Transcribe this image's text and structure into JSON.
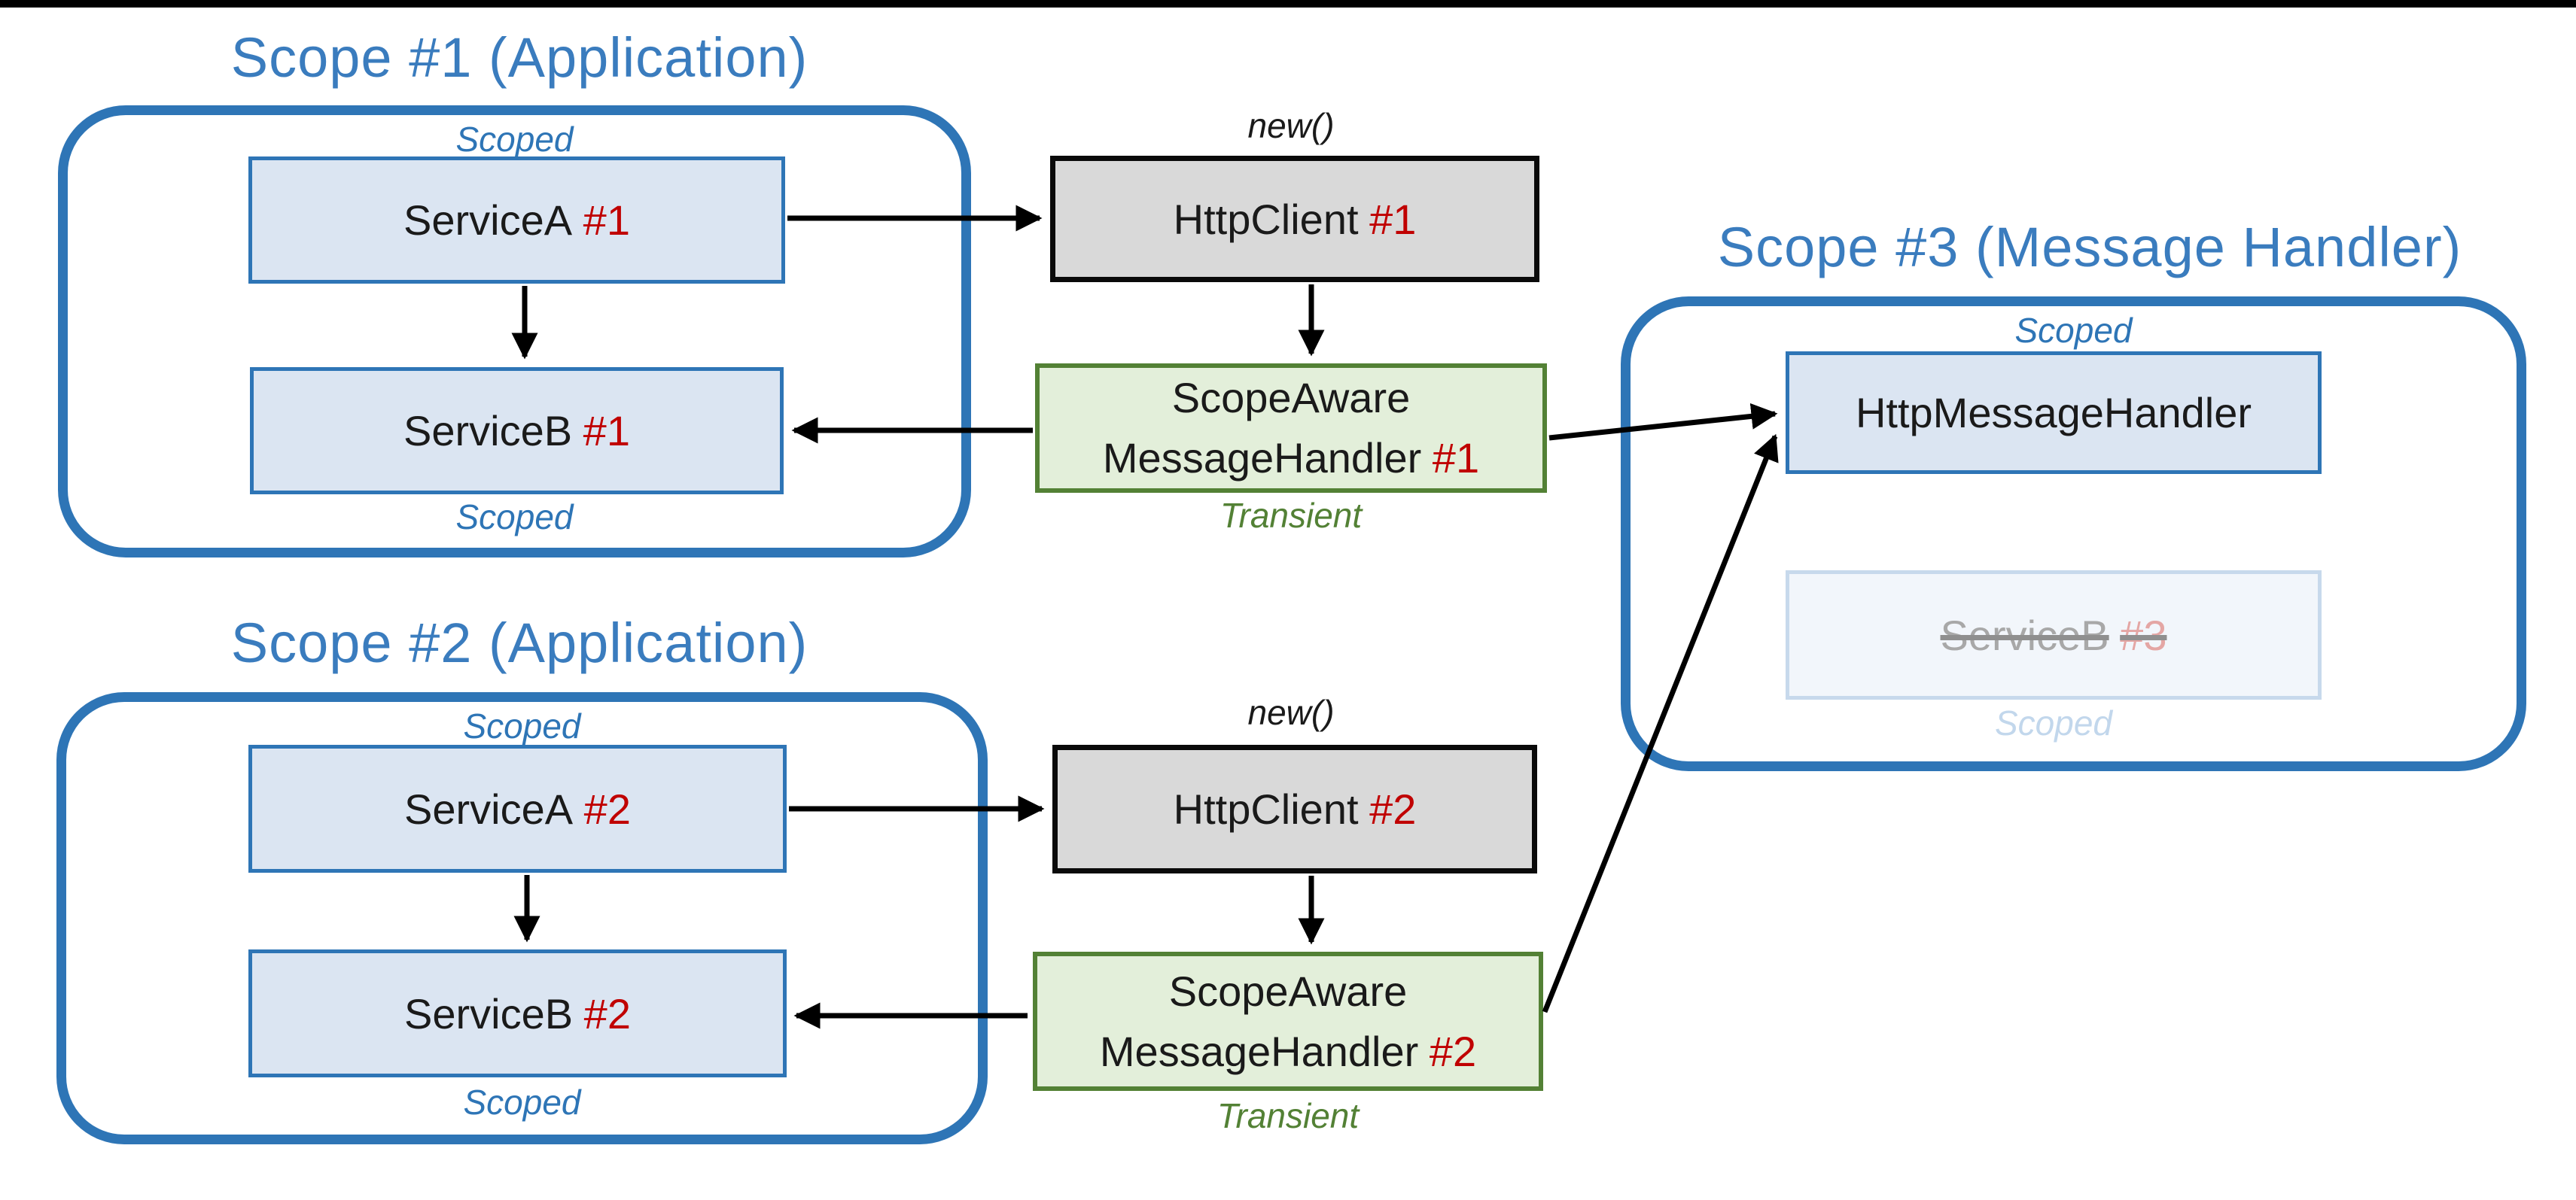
{
  "scope1": {
    "title": "Scope #1 (Application)",
    "scoped_top": "Scoped",
    "scoped_bottom": "Scoped",
    "service_a": {
      "name": "ServiceA",
      "instance": "#1"
    },
    "service_b": {
      "name": "ServiceB",
      "instance": "#1"
    }
  },
  "pipeline1": {
    "new_label": "new()",
    "http_client": {
      "name": "HttpClient",
      "instance": "#1"
    },
    "handler": {
      "line1": "ScopeAware",
      "line2": "MessageHandler",
      "instance": "#1"
    },
    "transient_label": "Transient"
  },
  "scope2": {
    "title": "Scope #2 (Application)",
    "scoped_top": "Scoped",
    "scoped_bottom": "Scoped",
    "service_a": {
      "name": "ServiceA",
      "instance": "#2"
    },
    "service_b": {
      "name": "ServiceB",
      "instance": "#2"
    }
  },
  "pipeline2": {
    "new_label": "new()",
    "http_client": {
      "name": "HttpClient",
      "instance": "#2"
    },
    "handler": {
      "line1": "ScopeAware",
      "line2": "MessageHandler",
      "instance": "#2"
    },
    "transient_label": "Transient"
  },
  "scope3": {
    "title": "Scope #3 (Message Handler)",
    "scoped_top": "Scoped",
    "http_message_handler": {
      "name": "HttpMessageHandler"
    },
    "service_b": {
      "name": "ServiceB",
      "instance": "#3",
      "scoped_label": "Scoped"
    }
  },
  "colors": {
    "scope_border_blue": "#2e75b6",
    "title_blue": "#3a7cbe",
    "box_blue_fill": "#dbe5f2",
    "box_gray_fill": "#d9d9d9",
    "box_green_fill": "#e3efda",
    "green_border": "#538135",
    "instance_red": "#c00000",
    "arrow_black": "#000000",
    "faded_box_fill": "#f2f6fb",
    "faded_box_border": "#c7d9ec",
    "faded_text_gray": "#a8a8a8",
    "faded_instance_red": "#e4a6a4",
    "faded_scoped_blue": "#c2d7ec",
    "top_bar_black": "#000000"
  }
}
